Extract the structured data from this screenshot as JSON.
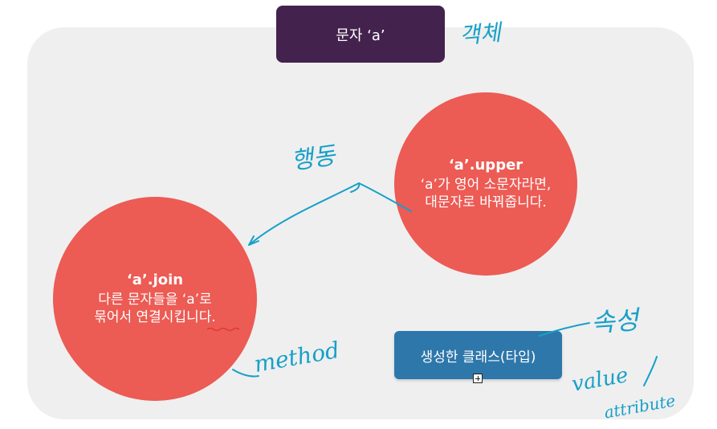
{
  "title_box": {
    "label": "문자 ‘a’"
  },
  "upper_circle": {
    "heading": "‘a’.upper",
    "line1": "‘a’가 영어 소문자라면,",
    "line2": "대문자로 바꿔줍니다."
  },
  "join_circle": {
    "heading": "‘a’.join",
    "line1": "다른 문자들을 ‘a’로",
    "line2": "묶어서 연결시킵니다."
  },
  "class_box": {
    "label": "생성한 클래스(타입)"
  },
  "handwriting": {
    "object": "객체",
    "behavior": "행동",
    "method": "method",
    "attribute_ko": "속성",
    "value": "value",
    "attribute_en": "attribute"
  },
  "colors": {
    "title_box": "#44224e",
    "circle": "#ec5b54",
    "class_box": "#2e77aa",
    "ink": "#17a0c8",
    "panel": "#efefef"
  },
  "icons": {
    "expand": "expand-box-icon"
  }
}
